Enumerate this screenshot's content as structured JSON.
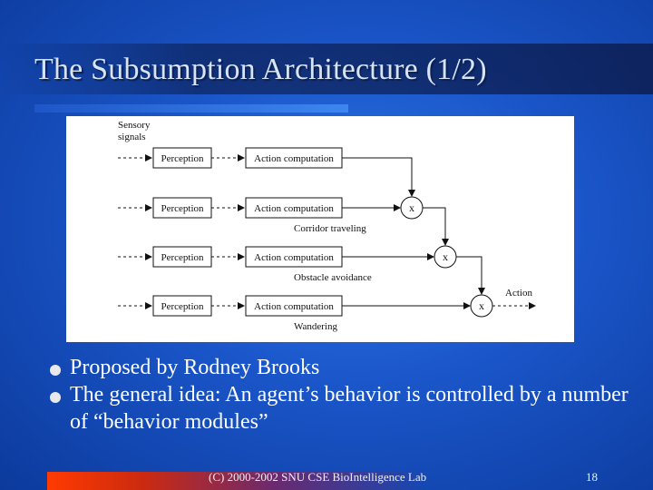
{
  "slide": {
    "title": "The Subsumption Architecture (1/2)",
    "bullets": [
      "Proposed by Rodney Brooks",
      "The general idea: An agent’s behavior is controlled by a number of “behavior modules”"
    ],
    "footer": "(C) 2000-2002 SNU CSE BioIntelligence Lab",
    "page_number": "18"
  },
  "diagram": {
    "sensory_label_line1": "Sensory",
    "sensory_label_line2": "signals",
    "rows": [
      {
        "perception": "Perception",
        "action": "Action computation",
        "behavior": ""
      },
      {
        "perception": "Perception",
        "action": "Action computation",
        "behavior": "Corridor traveling"
      },
      {
        "perception": "Perception",
        "action": "Action computation",
        "behavior": "Obstacle avoidance"
      },
      {
        "perception": "Perception",
        "action": "Action computation",
        "behavior": "Wandering"
      }
    ],
    "suppressor_symbol": "x",
    "output_label": "Action"
  }
}
